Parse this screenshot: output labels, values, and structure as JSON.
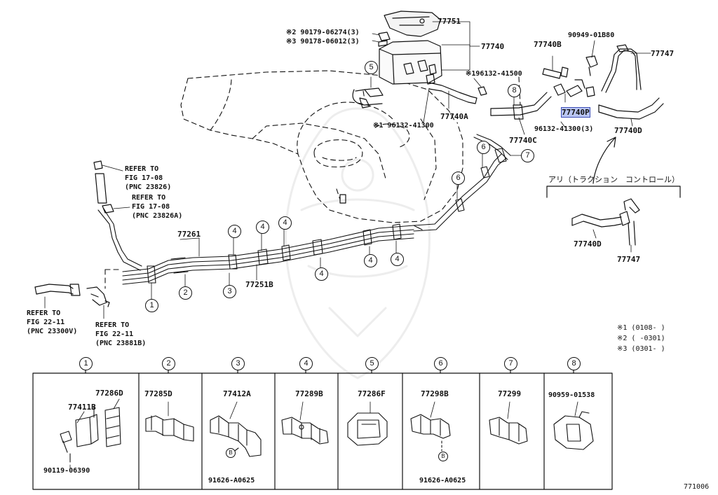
{
  "figure_code": "771006",
  "highlighted_part": "77740P",
  "parts": {
    "p77751": "77751",
    "p77740": "77740",
    "p77740B": "77740B",
    "p90949": "90949-01B80",
    "p77747": "77747",
    "p77740A": "77740A",
    "p77740P": "77740P",
    "p77740C": "77740C",
    "p77740D": "77740D",
    "p77261": "77261",
    "p77251B": "77251B",
    "p77740D_alt": "77740D",
    "p77747_alt": "77747"
  },
  "notes": {
    "n1": "※2 90179-06274(3)",
    "n2": "※3 90178-06012(3)",
    "n3": "※196132-41500",
    "n4": "※1 96132-41300",
    "n5": "96132-41300(3)"
  },
  "traction_label": "アリ（トラクション　コントロール）",
  "refs": {
    "r1_l1": "REFER TO",
    "r1_l2": "FIG 17-08",
    "r1_l3": "(PNC 23826)",
    "r2_l1": "REFER TO",
    "r2_l2": "FIG 17-08",
    "r2_l3": "(PNC 23826A)",
    "r3_l1": "REFER TO",
    "r3_l2": "FIG 22-11",
    "r3_l3": "(PNC 23300V)",
    "r4_l1": "REFER TO",
    "r4_l2": "FIG 22-11",
    "r4_l3": "(PNC 23881B)"
  },
  "legend": {
    "l1": "※1 (0108-    )",
    "l2": "※2 (     -0301)",
    "l3": "※3 (0301-    )"
  },
  "callouts": {
    "c1": "1",
    "c2": "2",
    "c3": "3",
    "c4": "4",
    "c5": "5",
    "c6": "6",
    "c7": "7",
    "c8": "8",
    "cB": "B"
  },
  "clamp_panels": [
    {
      "num": "1",
      "parts": [
        "77286D",
        "77411B",
        "90119-06390"
      ]
    },
    {
      "num": "2",
      "parts": [
        "77285D"
      ]
    },
    {
      "num": "3",
      "parts": [
        "77412A",
        "91626-A0625"
      ]
    },
    {
      "num": "4",
      "parts": [
        "77289B"
      ]
    },
    {
      "num": "5",
      "parts": [
        "77286F"
      ]
    },
    {
      "num": "6",
      "parts": [
        "77298B",
        "91626-A0625"
      ]
    },
    {
      "num": "7",
      "parts": [
        "77299"
      ]
    },
    {
      "num": "8",
      "parts": [
        "90959-01538"
      ]
    }
  ]
}
